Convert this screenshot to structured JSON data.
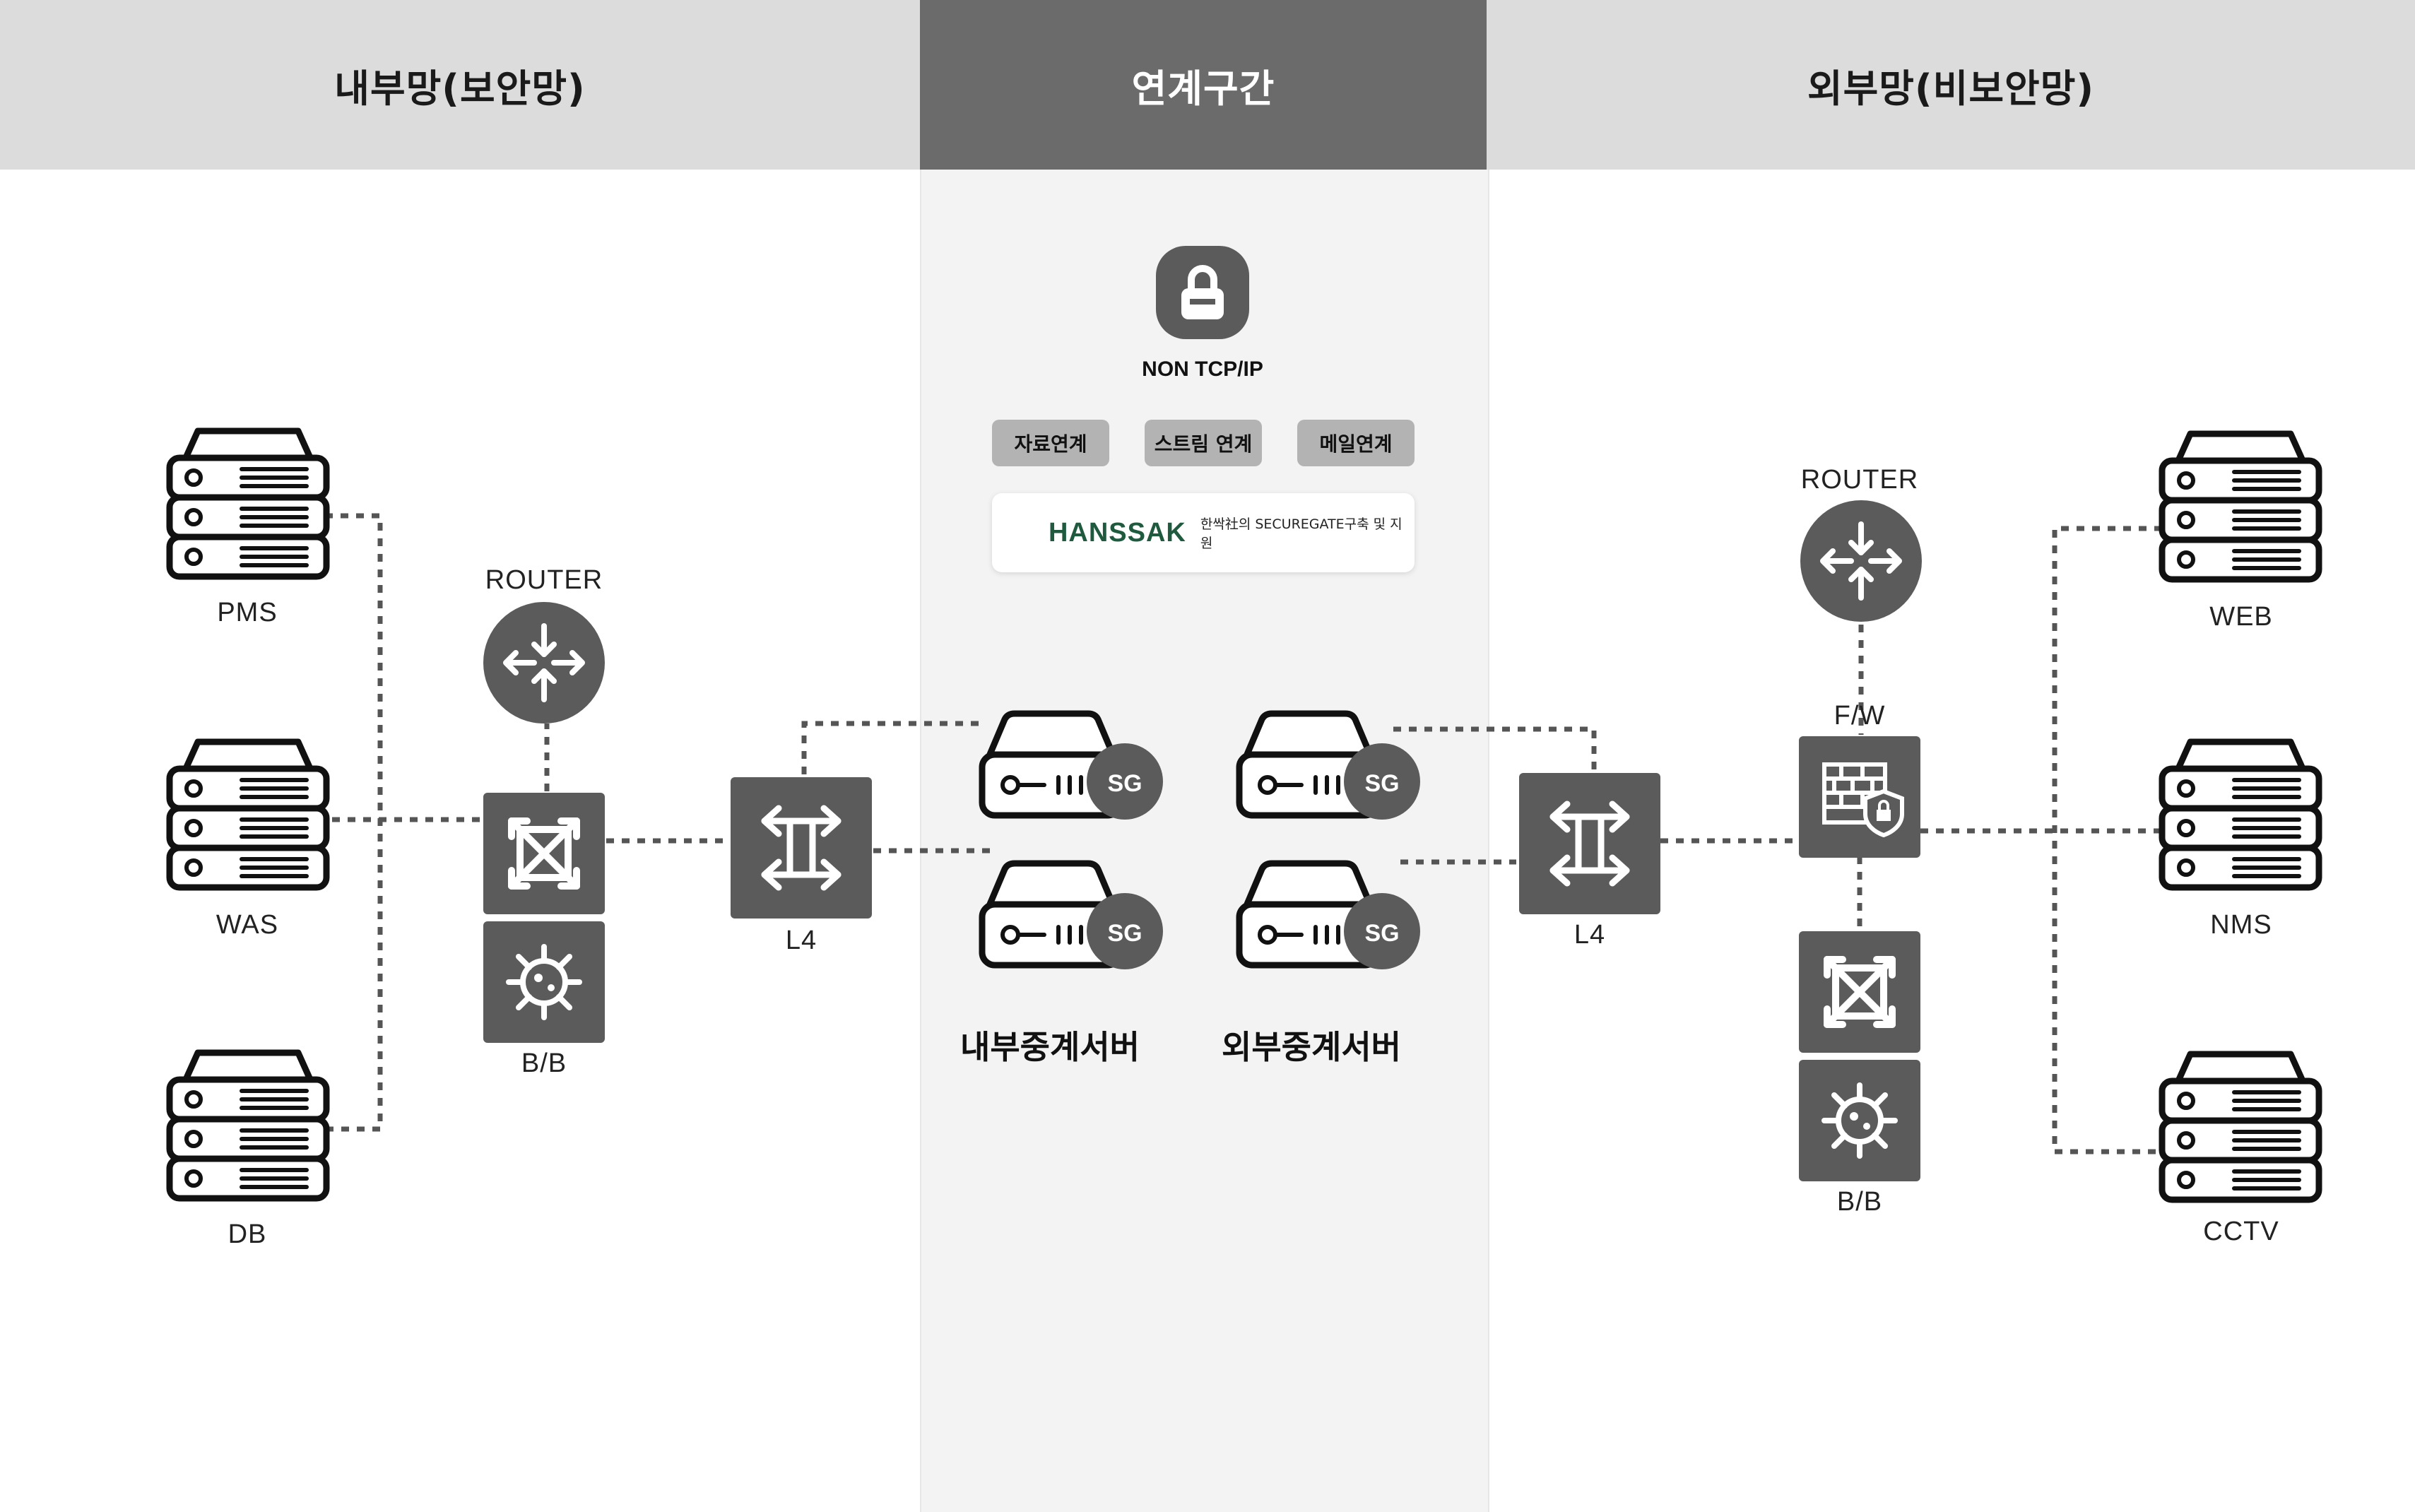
{
  "zones": {
    "internal": "내부망(보안망)",
    "link": "연계구간",
    "external": "외부망(비보안망)"
  },
  "link_zone": {
    "protocol": "NON TCP/IP",
    "chips": [
      "자료연계",
      "스트림 연계",
      "메일연계"
    ],
    "vendor": {
      "brand": "HANSSAK",
      "description": "한싹社의 SECUREGATE구축 및 지원"
    },
    "badge": "SG",
    "internal_relay": "내부중계서버",
    "external_relay": "외부중계서버"
  },
  "internal_nodes": {
    "servers": [
      "PMS",
      "WAS",
      "DB"
    ],
    "router": "ROUTER",
    "bb": "B/B",
    "l4": "L4"
  },
  "external_nodes": {
    "servers": [
      "WEB",
      "NMS",
      "CCTV"
    ],
    "router": "ROUTER",
    "fw": "F/W",
    "bb": "B/B",
    "l4": "L4"
  },
  "icons": {
    "server": "server-stack-icon",
    "router": "router-icon",
    "switch": "core-switch-icon",
    "backbone": "backbone-virus-icon",
    "l4": "l4-switch-icon",
    "firewall": "firewall-icon",
    "lock": "lock-icon",
    "relay": "relay-server-icon"
  },
  "colors": {
    "header_bg": "#dcdcdc",
    "header_mid_bg": "#6b6b6b",
    "device": "#5b5b5b",
    "chip": "#b3b3b3",
    "link_band": "#f3f3f3",
    "brand": "#1f5a3f"
  }
}
